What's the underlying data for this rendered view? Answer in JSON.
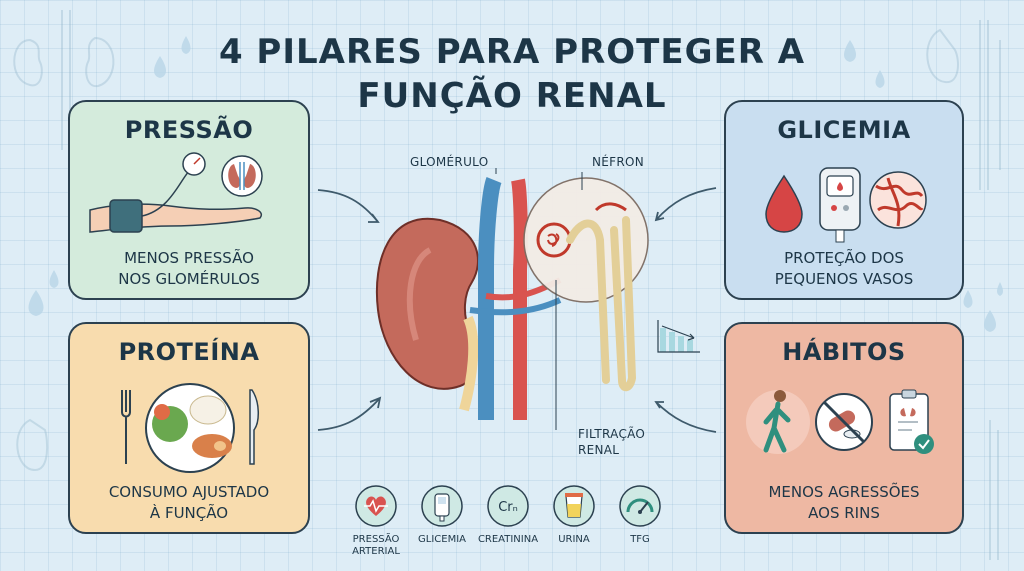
{
  "title": "4 PILARES PARA PROTEGER A FUNÇÃO RENAL",
  "panels": {
    "pressao": {
      "title": "PRESSÃO",
      "desc1": "MENOS PRESSÃO",
      "desc2": "NOS GLOMÉRULOS"
    },
    "proteina": {
      "title": "PROTEÍNA",
      "desc1": "CONSUMO AJUSTADO",
      "desc2": "À FUNÇÃO"
    },
    "glicemia": {
      "title": "GLICEMIA",
      "desc1": "PROTEÇÃO DOS",
      "desc2": "PEQUENOS VASOS"
    },
    "habitos": {
      "title": "HÁBITOS",
      "desc1": "MENOS AGRESSÕES",
      "desc2": "AOS RINS"
    }
  },
  "center_labels": {
    "glomerulo": "GLOMÉRULO",
    "nefron": "NÉFRON",
    "filtracao1": "FILTRAÇÃO",
    "filtracao2": "RENAL"
  },
  "tests": [
    {
      "label1": "PRESSÃO",
      "label2": "ARTERIAL",
      "icon": "heart-pulse-icon"
    },
    {
      "label1": "GLICEMIA",
      "label2": "",
      "icon": "glucometer-icon"
    },
    {
      "label1": "CREATININA",
      "label2": "",
      "icon": "creatinine-icon",
      "glyph": "Crₙ"
    },
    {
      "label1": "URINA",
      "label2": "",
      "icon": "urine-cup-icon"
    },
    {
      "label1": "TFG",
      "label2": "",
      "icon": "gauge-icon"
    }
  ],
  "colors": {
    "pressao_bg": "#d4ebdc",
    "proteina_bg": "#f8dcae",
    "glicemia_bg": "#c9def0",
    "habitos_bg": "#eeb8a3",
    "kidney": "#c46a5c",
    "artery": "#d9534f",
    "vein": "#4b8fc0"
  }
}
